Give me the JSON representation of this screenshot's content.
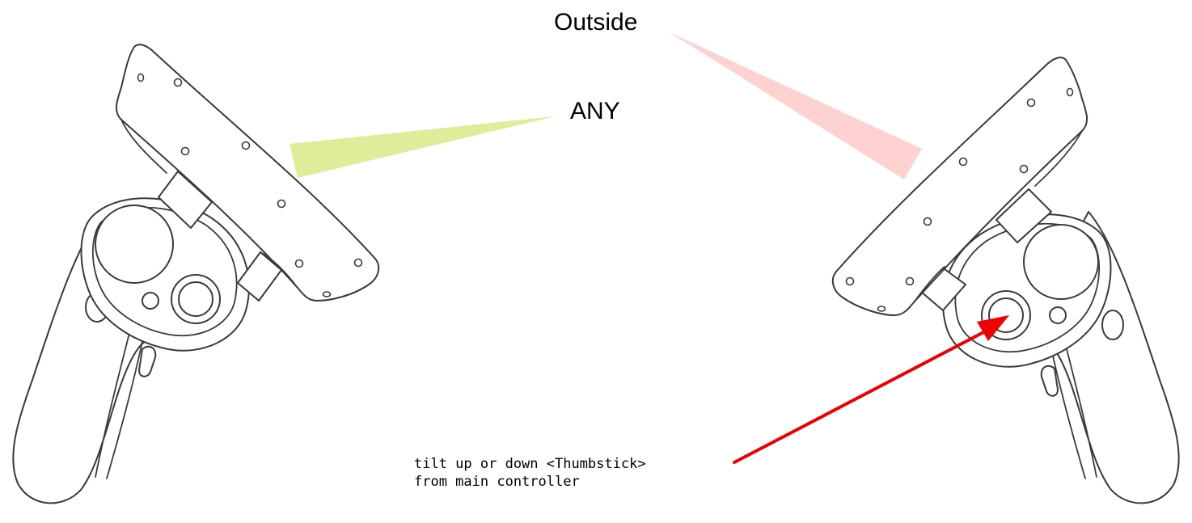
{
  "labels": {
    "any": "ANY",
    "outside": "Outside",
    "thumbstick_line1": "tilt up or down <Thumbstick>",
    "thumbstick_line2": "from main controller"
  },
  "colors": {
    "any_highlight": "#dfec9a",
    "outside_highlight": "#ffd2d2",
    "arrow": "#ee0000",
    "outline": "#3a3a3a"
  }
}
